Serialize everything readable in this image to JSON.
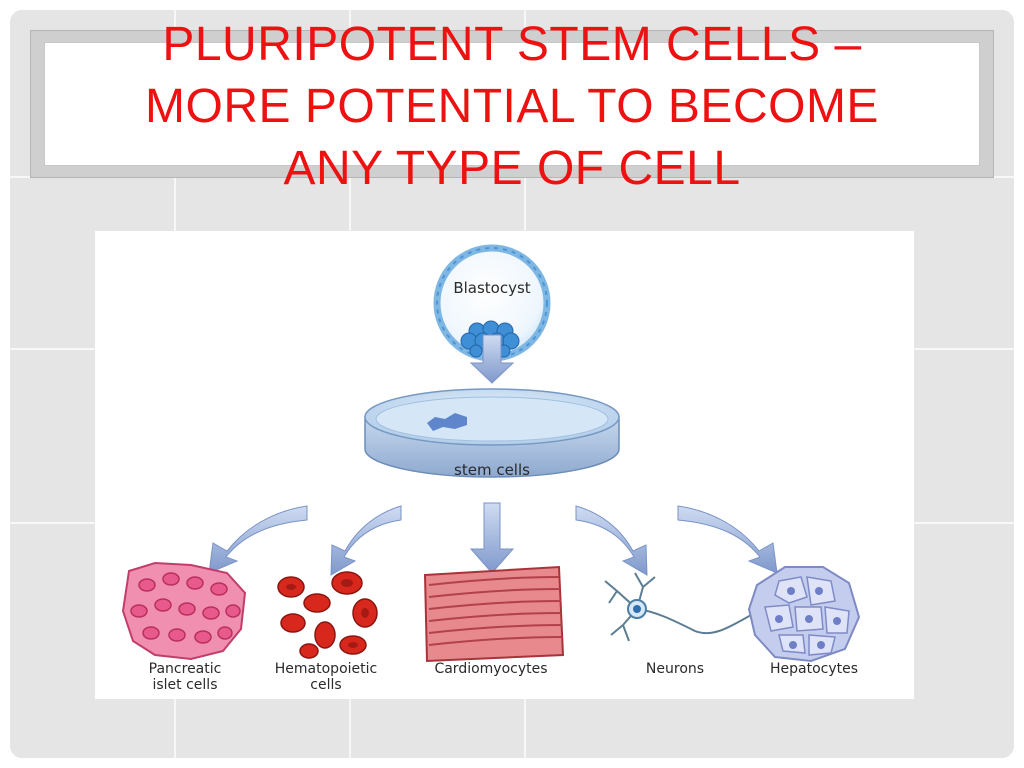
{
  "slide": {
    "title_lines": [
      "PLURIPOTENT STEM CELLS –",
      "MORE POTENTIAL TO BECOME",
      "ANY TYPE OF CELL"
    ]
  },
  "diagram": {
    "source_label": "Blastocyst",
    "dish_label": "stem cells",
    "cell_types": [
      {
        "line1": "Pancreatic",
        "line2": "islet cells"
      },
      {
        "line1": "Hematopoietic",
        "line2": "cells"
      },
      {
        "line1": "Cardiomyocytes",
        "line2": ""
      },
      {
        "line1": "Neurons",
        "line2": ""
      },
      {
        "line1": "Hepatocytes",
        "line2": ""
      }
    ]
  },
  "colors": {
    "title": "#ee1111",
    "arrow": "#9eb3dc",
    "pancreatic": "#e85a8c",
    "blood": "#d8281e",
    "cardio": "#d65a62",
    "neuron": "#5c7d92",
    "hepatocyte": "#aeb8e0"
  }
}
